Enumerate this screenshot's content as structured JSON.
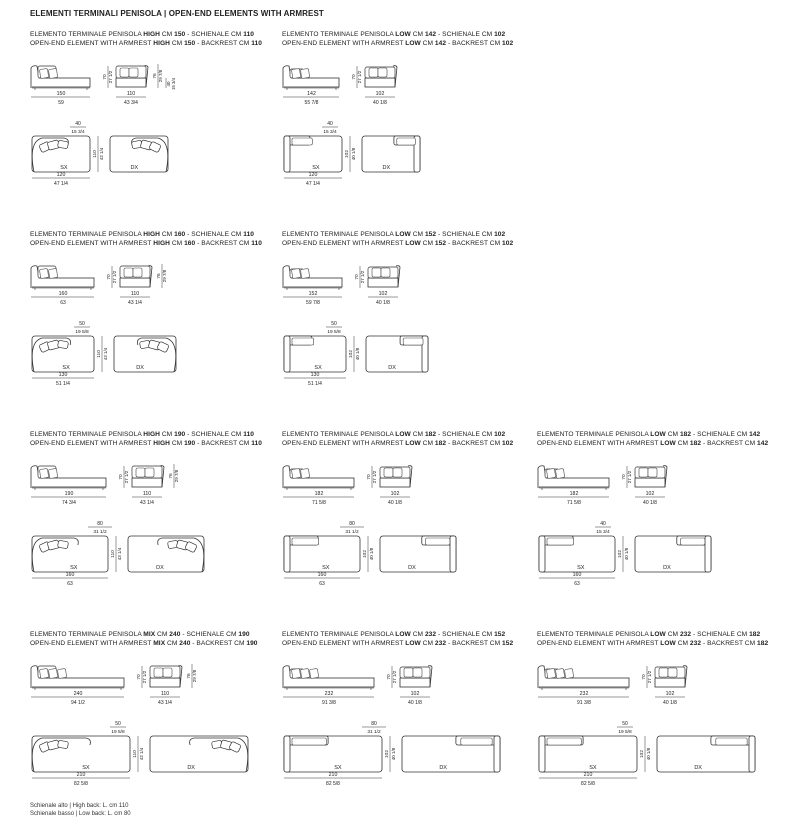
{
  "page_title": "ELEMENTI TERMINALI PENISOLA  |  OPEN-END ELEMENTS WITH ARMREST",
  "blocks": [
    {
      "it_pre": "ELEMENTO TERMINALE PENISOLA ",
      "it_type": "HIGH",
      "it_cm": " CM ",
      "it_len": "150",
      "it_back": " - SCHIENALE CM ",
      "it_back_val": "110",
      "en_pre": "OPEN-END ELEMENT WITH ARMREST ",
      "en_type": "HIGH",
      "en_cm": " CM ",
      "en_len": "150",
      "en_back": " - BACKREST CM ",
      "en_back_val": "110",
      "style": "high",
      "dims": {
        "sx_w": "150",
        "sx_w_in": "59",
        "dx_w": "110",
        "dx_w_in": "43 3/4",
        "h_seat": "70",
        "h_seat_in": "27 1/2",
        "h_back": "76",
        "h_back_in": "29 7/8",
        "h_arm": "40",
        "h_arm_in": "15 3/4",
        "depth": "110",
        "depth_in": "43 1/4",
        "arm_w": "40",
        "arm_w_in": "15 3/4",
        "plan_w": "120",
        "plan_w_in": "47 1/4"
      },
      "labels": {
        "sx": "SX",
        "dx": "DX"
      }
    },
    {
      "it_pre": "ELEMENTO TERMINALE PENISOLA ",
      "it_type": "LOW",
      "it_cm": " CM ",
      "it_len": "142",
      "it_back": " - SCHIENALE CM ",
      "it_back_val": "102",
      "en_pre": "OPEN-END ELEMENT WITH ARMREST ",
      "en_type": "LOW",
      "en_cm": " CM ",
      "en_len": "142",
      "en_back": " - BACKREST CM ",
      "en_back_val": "102",
      "style": "low",
      "dims": {
        "sx_w": "142",
        "sx_w_in": "55 7/8",
        "dx_w": "102",
        "dx_w_in": "40 1/8",
        "h_seat": "70",
        "h_seat_in": "27 1/2",
        "depth": "102",
        "depth_in": "40 1/8",
        "arm_w": "40",
        "arm_w_in": "15 3/4",
        "plan_w": "120",
        "plan_w_in": "47 1/4"
      },
      "labels": {
        "sx": "SX",
        "dx": "DX"
      }
    },
    {
      "it_pre": "ELEMENTO TERMINALE PENISOLA ",
      "it_type": "HIGH",
      "it_cm": " CM ",
      "it_len": "160",
      "it_back": " - SCHIENALE CM ",
      "it_back_val": "110",
      "en_pre": "OPEN-END ELEMENT WITH ARMREST ",
      "en_type": "HIGH",
      "en_cm": " CM ",
      "en_len": "160",
      "en_back": " - BACKREST CM ",
      "en_back_val": "110",
      "style": "high",
      "dims": {
        "sx_w": "160",
        "sx_w_in": "63",
        "dx_w": "110",
        "dx_w_in": "43 1/4",
        "h_seat": "70",
        "h_seat_in": "27 1/2",
        "h_back": "76",
        "h_back_in": "29 7/8",
        "depth": "110",
        "depth_in": "43 1/4",
        "arm_w": "50",
        "arm_w_in": "19 5/8",
        "plan_w": "130",
        "plan_w_in": "51 1/4"
      },
      "labels": {
        "sx": "SX",
        "dx": "DX"
      }
    },
    {
      "it_pre": "ELEMENTO TERMINALE PENISOLA ",
      "it_type": "LOW",
      "it_cm": " CM ",
      "it_len": "152",
      "it_back": " - SCHIENALE CM ",
      "it_back_val": "102",
      "en_pre": "OPEN-END ELEMENT WITH ARMREST ",
      "en_type": "LOW",
      "en_cm": " CM ",
      "en_len": "152",
      "en_back": " - BACKREST CM ",
      "en_back_val": "102",
      "style": "low",
      "dims": {
        "sx_w": "152",
        "sx_w_in": "59 7/8",
        "dx_w": "102",
        "dx_w_in": "40 1/8",
        "h_seat": "70",
        "h_seat_in": "27 1/2",
        "depth": "102",
        "depth_in": "40 1/8",
        "arm_w": "50",
        "arm_w_in": "19 5/8",
        "plan_w": "130",
        "plan_w_in": "51 1/4"
      },
      "labels": {
        "sx": "SX",
        "dx": "DX"
      }
    },
    {
      "it_pre": "ELEMENTO TERMINALE PENISOLA ",
      "it_type": "HIGH",
      "it_cm": " CM ",
      "it_len": "190",
      "it_back": " - SCHIENALE CM ",
      "it_back_val": "110",
      "en_pre": "OPEN-END ELEMENT WITH ARMREST ",
      "en_type": "HIGH",
      "en_cm": " CM ",
      "en_len": "190",
      "en_back": " - BACKREST CM ",
      "en_back_val": "110",
      "style": "high",
      "dims": {
        "sx_w": "190",
        "sx_w_in": "74 3/4",
        "dx_w": "110",
        "dx_w_in": "43 1/4",
        "h_seat": "70",
        "h_seat_in": "27 1/2",
        "h_back": "76",
        "h_back_in": "29 7/8",
        "depth": "110",
        "depth_in": "43 1/4",
        "arm_w": "80",
        "arm_w_in": "31 1/2",
        "plan_w": "160",
        "plan_w_in": "63"
      },
      "labels": {
        "sx": "SX",
        "dx": "DX"
      }
    },
    {
      "it_pre": "ELEMENTO TERMINALE PENISOLA ",
      "it_type": "LOW",
      "it_cm": " CM ",
      "it_len": "182",
      "it_back": " - SCHIENALE CM ",
      "it_back_val": "102",
      "en_pre": "OPEN-END ELEMENT WITH ARMREST ",
      "en_type": "LOW",
      "en_cm": " CM ",
      "en_len": "182",
      "en_back": " - BACKREST CM ",
      "en_back_val": "102",
      "style": "low",
      "dims": {
        "sx_w": "182",
        "sx_w_in": "71 5/8",
        "dx_w": "102",
        "dx_w_in": "40 1/8",
        "h_seat": "70",
        "h_seat_in": "27 1/2",
        "depth": "102",
        "depth_in": "40 1/8",
        "arm_w": "80",
        "arm_w_in": "31 1/2",
        "plan_w": "160",
        "plan_w_in": "63"
      },
      "labels": {
        "sx": "SX",
        "dx": "DX"
      }
    },
    {
      "it_pre": "ELEMENTO TERMINALE PENISOLA ",
      "it_type": "LOW",
      "it_cm": " CM ",
      "it_len": "182",
      "it_back": " - SCHIENALE CM ",
      "it_back_val": "142",
      "en_pre": "OPEN-END ELEMENT WITH ARMREST ",
      "en_type": "LOW",
      "en_cm": " CM ",
      "en_len": "182",
      "en_back": " - BACKREST CM ",
      "en_back_val": "142",
      "style": "low",
      "dims": {
        "sx_w": "182",
        "sx_w_in": "71 5/8",
        "dx_w": "102",
        "dx_w_in": "40 1/8",
        "h_seat": "70",
        "h_seat_in": "27 1/2",
        "depth": "102",
        "depth_in": "40 1/8",
        "arm_w": "40",
        "arm_w_in": "15 3/4",
        "plan_w": "160",
        "plan_w_in": "63"
      },
      "labels": {
        "sx": "SX",
        "dx": "DX"
      }
    },
    {
      "it_pre": "ELEMENTO TERMINALE PENISOLA ",
      "it_type": "MIX",
      "it_cm": " CM ",
      "it_len": "240",
      "it_back": " - SCHIENALE CM ",
      "it_back_val": "190",
      "en_pre": "OPEN-END ELEMENT WITH ARMREST ",
      "en_type": "MIX",
      "en_cm": " CM ",
      "en_len": "240",
      "en_back": " - BACKREST CM ",
      "en_back_val": "190",
      "style": "high",
      "dims": {
        "sx_w": "240",
        "sx_w_in": "94 1/2",
        "dx_w": "110",
        "dx_w_in": "43 1/4",
        "h_seat": "70",
        "h_seat_in": "27 1/2",
        "h_back": "76",
        "h_back_in": "29 7/8",
        "depth": "110",
        "depth_in": "43 1/4",
        "arm_w": "50",
        "arm_w_in": "19 5/8",
        "plan_w": "210",
        "plan_w_in": "82 5/8"
      },
      "labels": {
        "sx": "SX",
        "dx": "DX"
      }
    },
    {
      "it_pre": "ELEMENTO TERMINALE PENISOLA ",
      "it_type": "LOW",
      "it_cm": " CM ",
      "it_len": "232",
      "it_back": " - SCHIENALE CM ",
      "it_back_val": "152",
      "en_pre": "OPEN-END ELEMENT WITH ARMREST ",
      "en_type": "LOW",
      "en_cm": " CM ",
      "en_len": "232",
      "en_back": " - BACKREST CM ",
      "en_back_val": "152",
      "style": "low",
      "dims": {
        "sx_w": "232",
        "sx_w_in": "91 3/8",
        "dx_w": "102",
        "dx_w_in": "40 1/8",
        "h_seat": "70",
        "h_seat_in": "27 1/2",
        "depth": "102",
        "depth_in": "40 1/8",
        "arm_w": "80",
        "arm_w_in": "31 1/2",
        "plan_w": "210",
        "plan_w_in": "82 5/8"
      },
      "labels": {
        "sx": "SX",
        "dx": "DX"
      }
    },
    {
      "it_pre": "ELEMENTO TERMINALE PENISOLA ",
      "it_type": "LOW",
      "it_cm": " CM ",
      "it_len": "232",
      "it_back": " - SCHIENALE CM ",
      "it_back_val": "182",
      "en_pre": "OPEN-END ELEMENT WITH ARMREST ",
      "en_type": "LOW",
      "en_cm": " CM ",
      "en_len": "232",
      "en_back": " - BACKREST CM ",
      "en_back_val": "182",
      "style": "low",
      "dims": {
        "sx_w": "232",
        "sx_w_in": "91 3/8",
        "dx_w": "102",
        "dx_w_in": "40 1/8",
        "h_seat": "70",
        "h_seat_in": "27 1/2",
        "depth": "102",
        "depth_in": "40 1/8",
        "arm_w": "50",
        "arm_w_in": "19 5/8",
        "plan_w": "210",
        "plan_w_in": "82 5/8"
      },
      "labels": {
        "sx": "SX",
        "dx": "DX"
      }
    }
  ],
  "footnote": {
    "line1": "Schienale alto | High back: L. cm 110",
    "line2": "Schienale basso | Low back: L. cm 80"
  }
}
